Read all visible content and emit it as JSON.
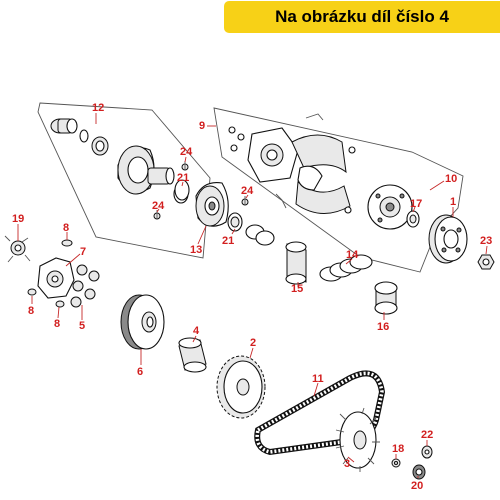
{
  "banner": {
    "text": "Na obrázku díl číslo 4"
  },
  "callouts": {
    "n1": "1",
    "n2": "2",
    "n3": "3",
    "n4": "4",
    "n5": "5",
    "n6": "6",
    "n7": "7",
    "n8a": "8",
    "n8b": "8",
    "n8c": "8",
    "n9": "9",
    "n10": "10",
    "n11": "11",
    "n12": "12",
    "n13": "13",
    "n14": "14",
    "n15": "15",
    "n16": "16",
    "n17": "17",
    "n18": "18",
    "n19": "19",
    "n20": "20",
    "n21a": "21",
    "n21b": "21",
    "n22": "22",
    "n23": "23",
    "n24a": "24",
    "n24b": "24",
    "n24c": "24"
  },
  "colors": {
    "banner": "#f7d117",
    "callout": "#d21f1f",
    "leader": "#c62828",
    "outline": "#111111"
  }
}
